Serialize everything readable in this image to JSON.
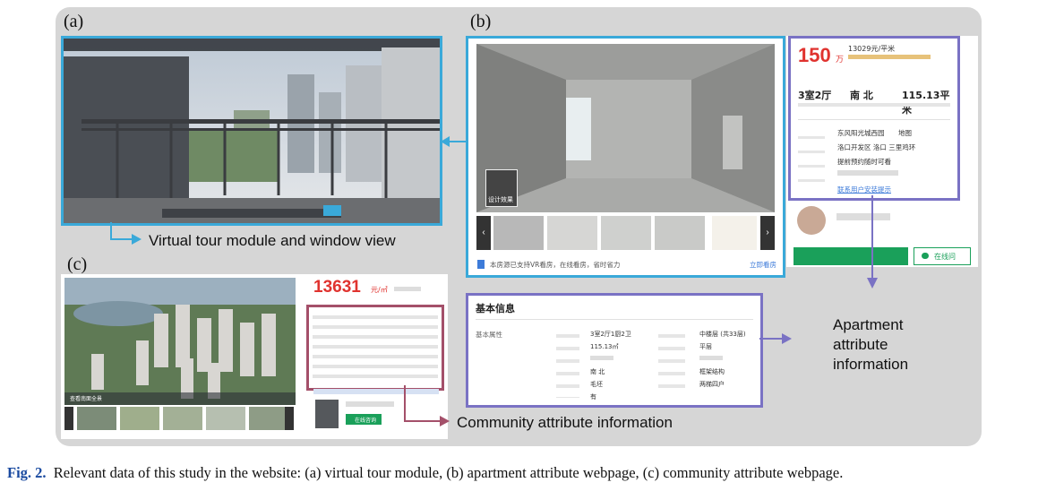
{
  "labels": {
    "a": "(a)",
    "b": "(b)",
    "c": "(c)"
  },
  "annotations": {
    "virtual_tour": "Virtual tour module and window view",
    "apartment": [
      "Apartment",
      "attribute",
      "information"
    ],
    "community": "Community attribute information"
  },
  "apartment_page": {
    "price": "150",
    "price_unit": "万",
    "unit_price": "13029元/平米",
    "layout": "3室2厅",
    "orientation": "南 北",
    "area": "115.13平米",
    "design_tag": "设计效果",
    "vr_note": "本房源已支持VR看房，在线看房，省时省力",
    "vr_link": "立即看房",
    "consult_button": "在线问",
    "info_heading": "基本信息",
    "info_section": "基本属性",
    "info_values": [
      "3室2厅1厨2卫",
      "115.13㎡",
      "南 北",
      "毛坯",
      "有",
      "中楼层 (共33层)",
      "平层",
      "框架结构",
      "两梯四户"
    ],
    "detail_values": [
      "东风阳光城西园",
      "地图",
      "洛口开发区 洛口 三里鸡环",
      "提前预约随时可看",
      "联系用户安装提示"
    ]
  },
  "community_page": {
    "price": "13631",
    "price_unit": "元/㎡",
    "thumb_tag": "查看南面全景",
    "button": "在线咨询"
  },
  "colors": {
    "frame_cyan": "#3aa9d9",
    "frame_purple": "#7a72c4",
    "frame_red": "#a4506a",
    "price_red": "#e0332f",
    "green": "#1aa05a"
  },
  "caption": {
    "label": "Fig. 2.",
    "text": "Relevant data of this study in the website: (a) virtual tour module, (b) apartment attribute webpage, (c) community attribute webpage."
  }
}
